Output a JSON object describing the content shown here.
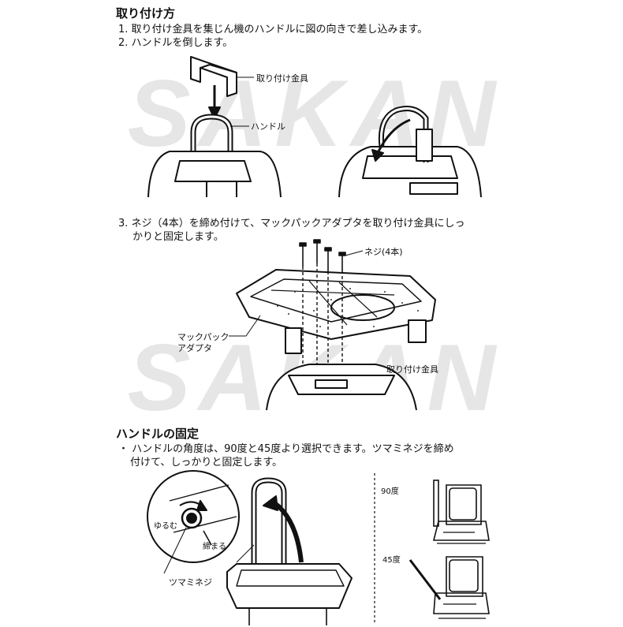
{
  "watermark": "SAKAN",
  "section1": {
    "title": "取り付け方",
    "step1": "1.  取り付け金具を集じん機のハンドルに図の向きで差し込みます。",
    "step2": "2.  ハンドルを倒します。",
    "label_bracket": "取り付け金具",
    "label_handle": "ハンドル"
  },
  "section2": {
    "step3_line1": "3.  ネジ（4本）を締め付けて、マックパックアダプタを取り付け金具にしっ",
    "step3_line2": "かりと固定します。",
    "label_screws": "ネジ(4本)",
    "label_adapter_line1": "マックパック",
    "label_adapter_line2": "アダプタ",
    "label_bracket": "取り付け金具"
  },
  "section3": {
    "title": "ハンドルの固定",
    "text_line1": "・ ハンドルの角度は、90度と45度より選択できます。ツマミネジを締め",
    "text_line2": "付けて、しっかりと固定します。",
    "label_loosen": "ゆるむ",
    "label_tighten": "締まる",
    "label_knob": "ツマミネジ",
    "label_90": "90度",
    "label_45": "45度"
  }
}
